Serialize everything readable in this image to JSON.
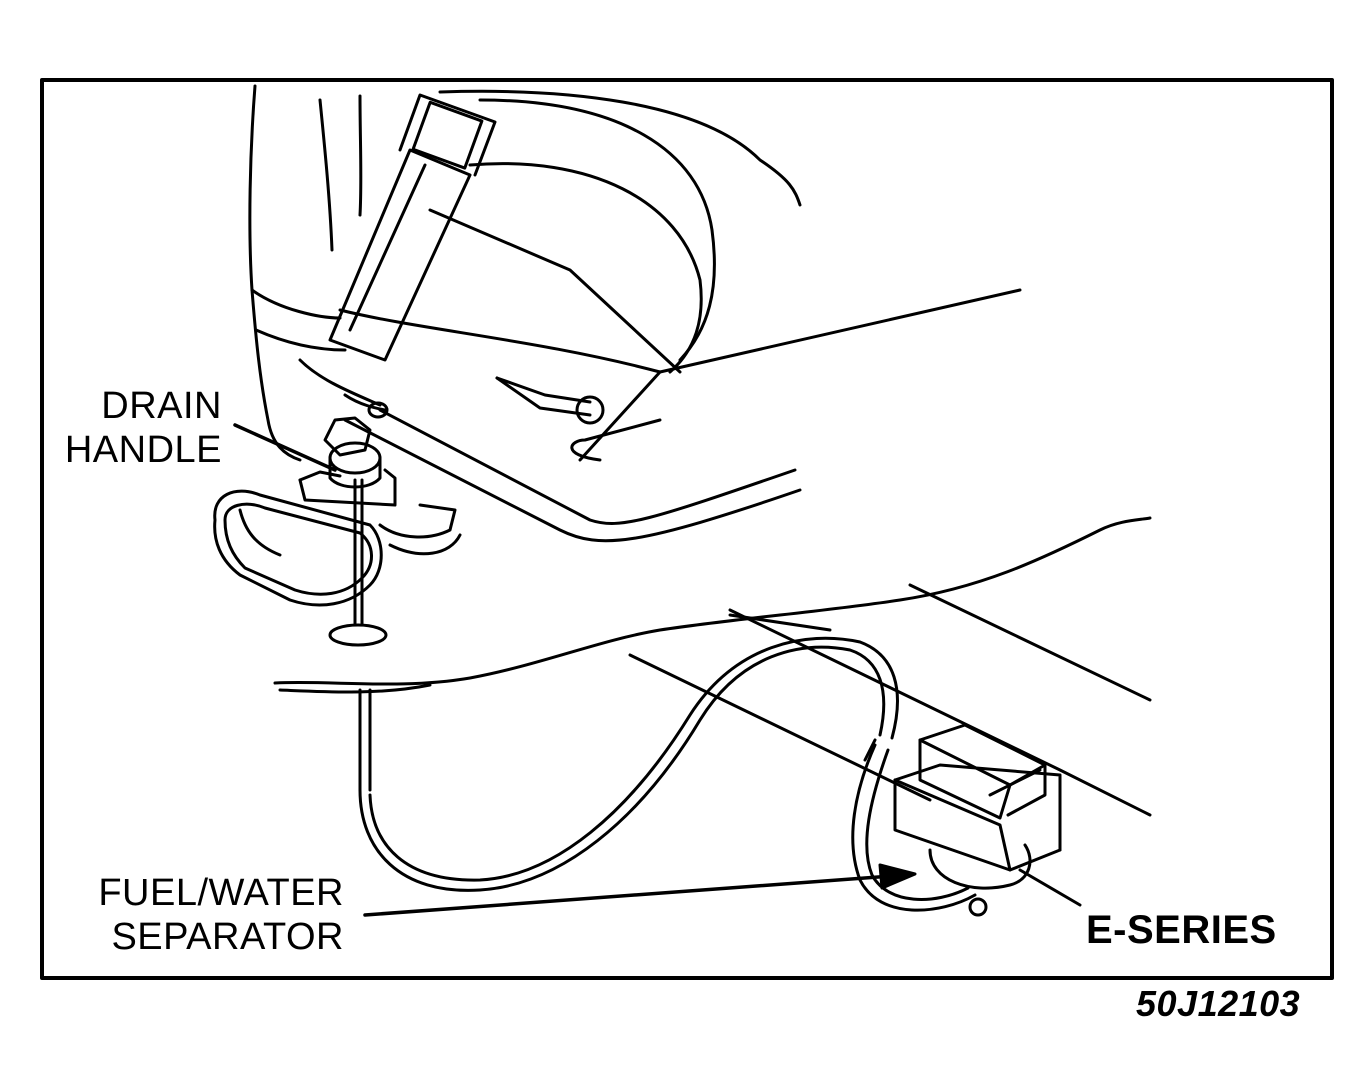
{
  "labels": {
    "drain_handle": [
      "DRAIN",
      "HANDLE"
    ],
    "fuel_water_separator": [
      "FUEL/WATER",
      "SEPARATOR"
    ],
    "series": "E-SERIES",
    "figure_code": "50J12103"
  },
  "colors": {
    "ink": "#000000",
    "paper": "#ffffff"
  }
}
